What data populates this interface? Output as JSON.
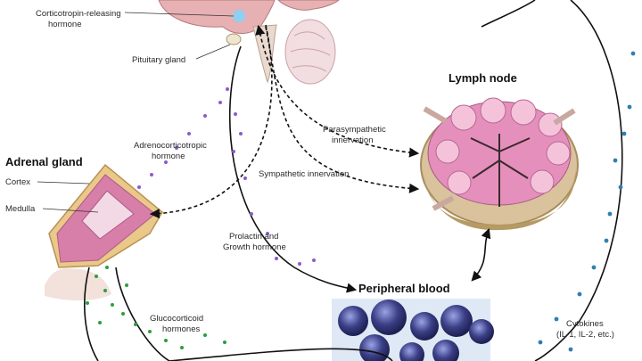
{
  "labels": {
    "crh_line1": "Corticotropin-releasing",
    "crh_line2": "hormone",
    "pituitary": "Pituitary gland",
    "lymph_node": "Lymph node",
    "adrenal_gland": "Adrenal gland",
    "cortex": "Cortex",
    "medulla": "Medulla",
    "acth_line1": "Adrenocorticotropic",
    "acth_line2": "hormone",
    "parasym_line1": "Parasympathetic",
    "parasym_line2": "innervation",
    "sympathetic": "Sympathetic innervation",
    "prolactin_line1": "Prolactin and",
    "prolactin_line2": "Growth hormone",
    "peripheral_blood": "Peripheral blood",
    "gluco_line1": "Glucocorticoid",
    "gluco_line2": "hormones",
    "cytokines_line1": "Cytokines",
    "cytokines_line2": "(IL-1, IL-2, etc.)"
  },
  "colors": {
    "brain": "#e2a6a8",
    "adrenal": "#d77fa8",
    "lymph": "#e58fbc",
    "lymph_capsule": "#c9b089",
    "blood_cells": "#3b3f86",
    "hormone_dots_purple": "#8a5cc9",
    "hormone_dots_green": "#2e9e3e",
    "cytokine_dots": "#2f7fb0"
  }
}
